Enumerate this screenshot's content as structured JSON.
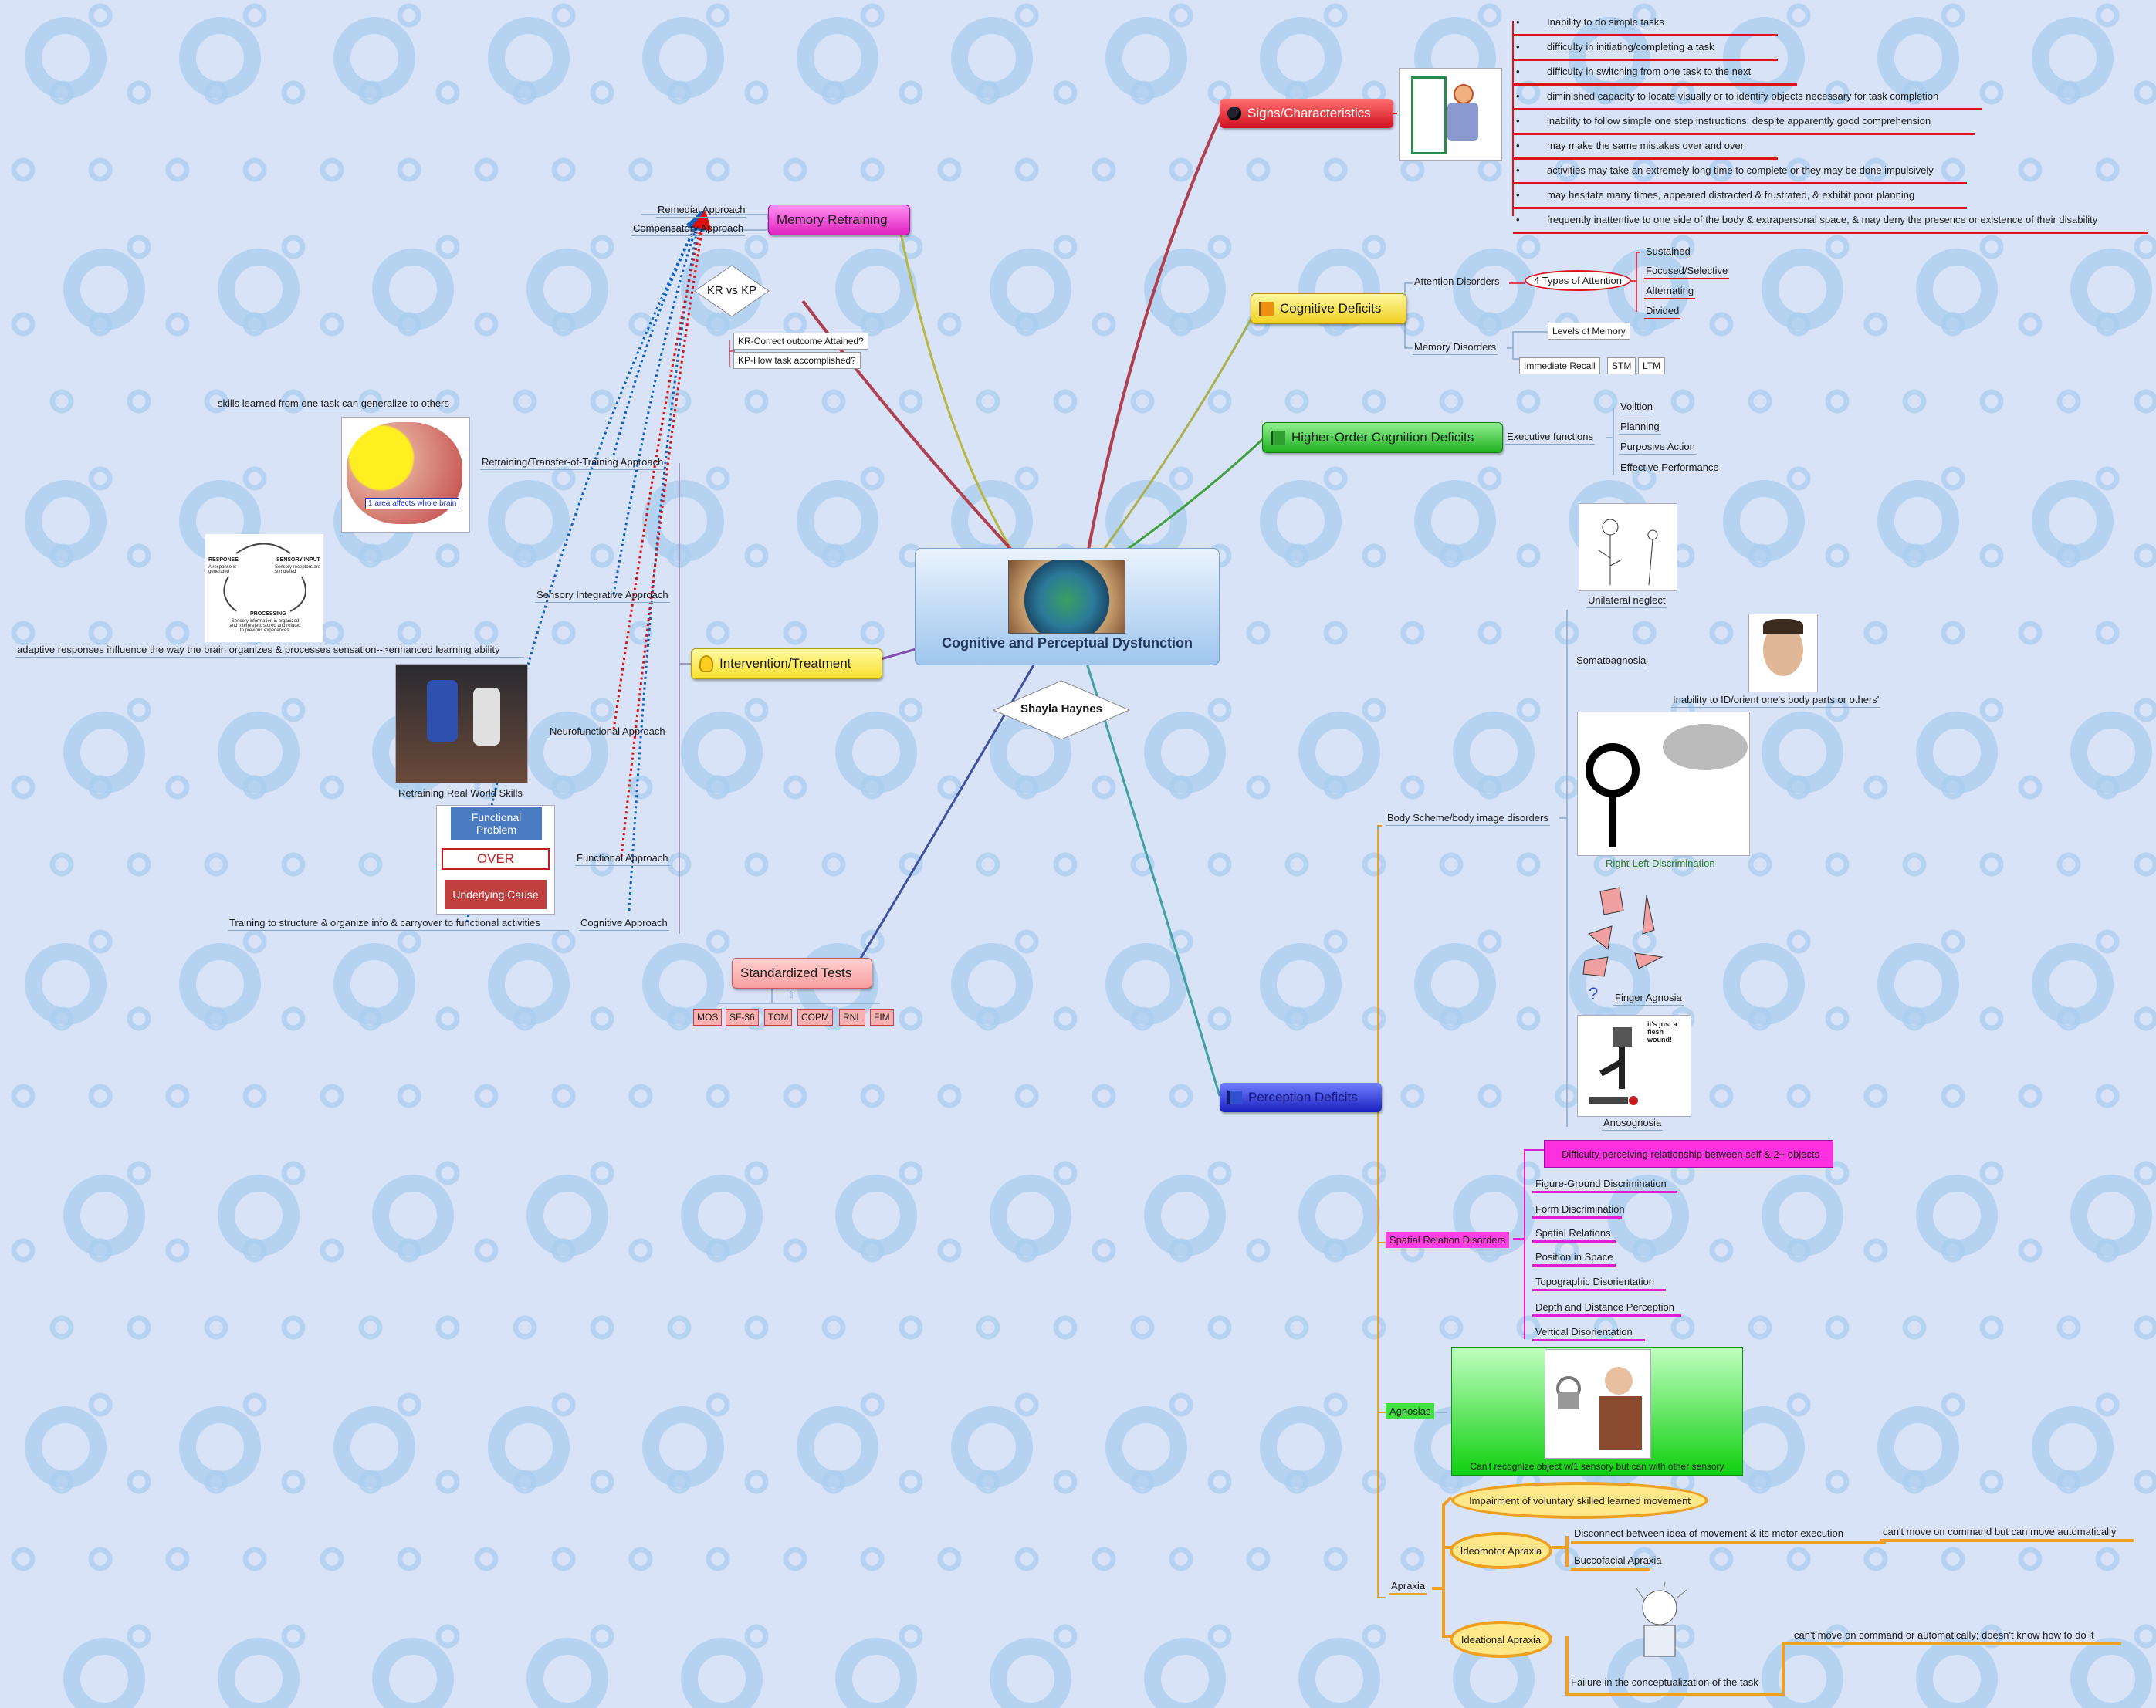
{
  "central": {
    "title": "Cognitive and Perceptual Dysfunction",
    "author": "Shayla Haynes"
  },
  "signs": {
    "label": "Signs/Characteristics",
    "items": [
      "Inability to do simple tasks",
      "difficulty in initiating/completing a task",
      "difficulty in switching from one task to the next",
      "diminished capacity to locate visually or to identify objects necessary for task completion",
      "inability to follow simple one step instructions, despite apparently good comprehension",
      "may make the same mistakes over and over",
      "activities may take an extremely long time to complete or they may be done impulsively",
      "may hesitate many times, appeared distracted & frustrated, & exhibit poor planning",
      "frequently inattentive to one side of the body & extrapersonal space, & may deny the presence or existence of their disability"
    ]
  },
  "cognitive": {
    "label": "Cognitive Deficits",
    "attention_label": "Attention Disorders",
    "types_label": "4 Types of Attention",
    "types": [
      "Sustained",
      "Focused/Selective",
      "Alternating",
      "Divided"
    ],
    "memory_label": "Memory Disorders",
    "levels_label": "Levels of Memory",
    "levels": [
      "Immediate Recall",
      "STM",
      "LTM"
    ]
  },
  "higher": {
    "label": "Higher-Order Cognition Deficits",
    "exec_label": "Executive functions",
    "items": [
      "Volition",
      "Planning",
      "Purposive Action",
      "Effective Performance"
    ]
  },
  "perception": {
    "label": "Perception Deficits",
    "body_label": "Body Scheme/body image disorders",
    "unilateral": "Unilateral neglect",
    "somato": "Somatoagnosia",
    "somato_desc": "Inability to ID/orient one's body parts or others'",
    "rl": "Right-Left Discrimination",
    "finger": "Finger Agnosia",
    "anoso": "Anosognosia",
    "anoso_bubble": "it's just a flesh wound!",
    "spatial_label": "Spatial Relation Disorders",
    "spatial_desc": "Difficulty perceiving relationship between self & 2+ objects",
    "spatial_items": [
      "Figure-Ground Discrimination",
      "Form Discrimination",
      "Spatial Relations",
      "Position in Space",
      "Topographic Disorientation",
      "Depth and Distance Perception",
      "Vertical Disorientation"
    ],
    "agnosias_label": "Agnosias",
    "agnosias_desc": "Can't recognize object w/1 sensory but can with other sensory",
    "apraxia_label": "Apraxia",
    "apraxia_desc": "Impairment of voluntary skilled learned movement",
    "ideomotor": "Ideomotor Apraxia",
    "ideomotor_desc": "Disconnect between idea of movement & its motor execution",
    "ideomotor_note": "can't move on command but can move automatically",
    "buccofacial": "Buccofacial Apraxia",
    "ideational": "Ideational Apraxia",
    "ideational_desc": "Failure in the conceptualization of the task",
    "ideational_note": "can't move on command or automatically; doesn't know how to do it"
  },
  "memory": {
    "label": "Memory Retraining",
    "remedial": "Remedial Approach",
    "compensatory": "Compensatory Approach",
    "krkp": "KR vs KP",
    "kr": "KR-Correct outcome Attained?",
    "kp": "KP-How task accomplished?"
  },
  "intervention": {
    "label": "Intervention/Treatment",
    "retraining": "Retraining/Transfer-of-Training Approach",
    "retraining_note": "skills learned from one task can generalize to others",
    "brain_caption": "1 area affects whole brain",
    "sensory": "Sensory Integrative Approach",
    "sensory_note": "adaptive responses influence the way the brain organizes & processes sensation-->enhanced learning ability",
    "cycle": [
      "RESPONSE",
      "SENSORY INPUT",
      "PROCESSING"
    ],
    "cycle_notes": [
      "A response is generated",
      "Sensory receptors are stimulated",
      "Sensory information is organized and interpreted, stored and related to previous experiences."
    ],
    "neuro": "Neurofunctional Approach",
    "neuro_caption": "Retraining Real World Skills",
    "functional": "Functional Approach",
    "fp_top": "Functional Problem",
    "fp_mid": "OVER",
    "fp_bot": "Underlying Cause",
    "cognitive": "Cognitive Approach",
    "cognitive_note": "Training to structure & organize info & carryover to functional activities"
  },
  "tests": {
    "label": "Standardized Tests",
    "items": [
      "MOS",
      "SF-36",
      "TOM",
      "COPM",
      "RNL",
      "FIM"
    ]
  },
  "colors": {
    "background": "#d8e3f7",
    "ring": "#a9cdef",
    "red": "#e0101a",
    "magenta": "#e020d0",
    "orange": "#f0a020"
  }
}
